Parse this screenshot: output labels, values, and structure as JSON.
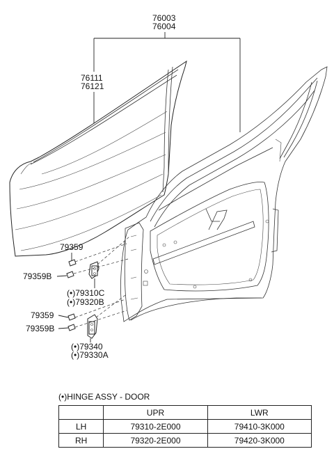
{
  "labels": {
    "door_assy_1": "76003",
    "door_assy_2": "76004",
    "outer_panel_1": "76111",
    "outer_panel_2": "76121",
    "bolt_upper": "79359",
    "bolt_b_upper": "79359B",
    "hinge_upper_1": "(•)79310C",
    "hinge_upper_2": "(•)79320B",
    "bolt_lower": "79359",
    "bolt_b_lower": "79359B",
    "hinge_lower_1": "(•)79340",
    "hinge_lower_2": "(•)79330A"
  },
  "hinge_table": {
    "caption": "(•)HINGE ASSY - DOOR",
    "headers": [
      "",
      "UPR",
      "LWR"
    ],
    "rows": [
      [
        "LH",
        "79310-2E000",
        "79410-3K000"
      ],
      [
        "RH",
        "79320-2E000",
        "79420-3K000"
      ]
    ]
  }
}
